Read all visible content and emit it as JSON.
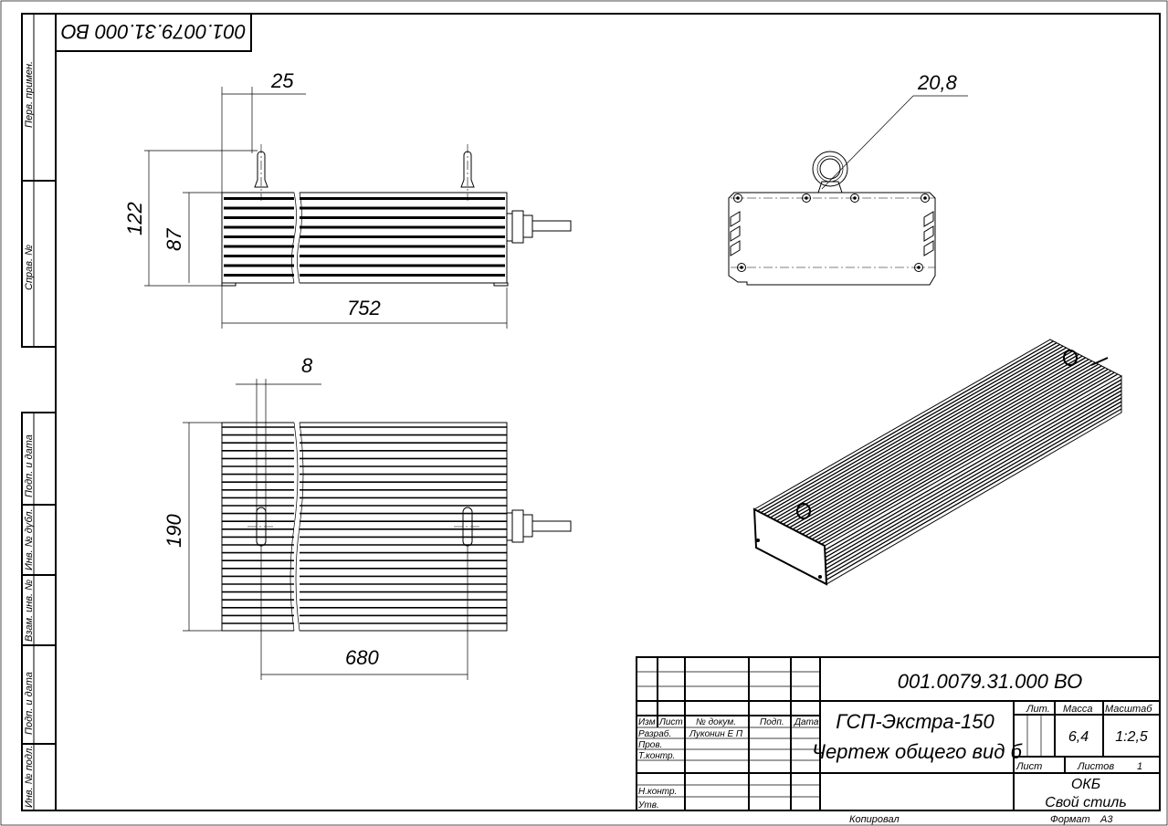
{
  "stamp_rotated": "001.0079.31.000 ВО",
  "left_strip": {
    "perv_primen": "Перв. примен.",
    "sprav_no": "Справ. №",
    "podp_data_1": "Подп. и дата",
    "inv_dubl": "Инв. № дубл.",
    "vzam_inv": "Взам. инв. №",
    "podp_data_2": "Подп. и дата",
    "inv_podl": "Инв. № подл."
  },
  "dimensions": {
    "d25": "25",
    "d122": "122",
    "d87": "87",
    "d752": "752",
    "d8": "8",
    "d190": "190",
    "d680": "680",
    "d20_8": "20,8"
  },
  "title_block": {
    "designation": "001.0079.31.000 ВО",
    "name_line1": "ГСП-Экстра-150",
    "name_line2": "Чертеж общего вид б",
    "headers": {
      "izm": "Изм",
      "list": "Лист",
      "doc_no": "№ докум.",
      "podp": "Подп.",
      "data": "Дата"
    },
    "roles": {
      "razrab": "Разраб.",
      "prov": "Пров.",
      "tkontr": "Т.контр.",
      "nkontr": "Н.контр.",
      "utv": "Утв."
    },
    "developer": "Луконин Е П",
    "lit_label": "Лит.",
    "massa_label": "Масса",
    "masshtab_label": "Масштаб",
    "massa": "6,4",
    "masshtab": "1:2,5",
    "list_label": "Лист",
    "listov_label": "Листов",
    "listov": "1",
    "org_line1": "ОКБ",
    "org_line2": "Свой стиль",
    "kopiroval": "Копировал",
    "format_label": "Формат",
    "format": "А3"
  }
}
